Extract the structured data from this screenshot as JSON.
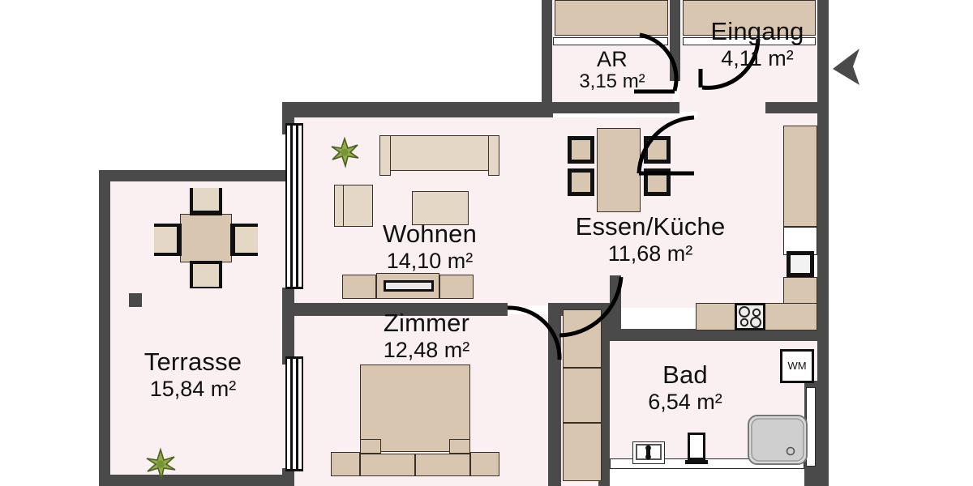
{
  "plan": {
    "type": "floor-plan",
    "unit": "m²",
    "language": "de",
    "background_color": "#ffffff",
    "room_fill_color": "#faf0f2",
    "wall_color": "#4a4a4a",
    "furniture_color": "#d9c6b0",
    "entry_marker": "entrance-arrow-left"
  },
  "rooms": [
    {
      "id": "terrasse",
      "name": "Terrasse",
      "area": "15,84 m²"
    },
    {
      "id": "wohnen",
      "name": "Wohnen",
      "area": "14,10 m²"
    },
    {
      "id": "zimmer",
      "name": "Zimmer",
      "area": "12,48 m²"
    },
    {
      "id": "essen-kueche",
      "name": "Essen/Küche",
      "area": "11,68 m²"
    },
    {
      "id": "bad",
      "name": "Bad",
      "area": "6,54 m²"
    },
    {
      "id": "eingang",
      "name": "Eingang",
      "area": "4,11 m²"
    },
    {
      "id": "ar",
      "name": "AR",
      "area": "3,15 m²"
    }
  ],
  "appliances": {
    "washing_machine_label": "WM"
  },
  "fixtures": [
    {
      "id": "dining-table",
      "room": "essen-kueche"
    },
    {
      "id": "dining-chair",
      "room": "essen-kueche",
      "count": 4
    },
    {
      "id": "kitchen-counter",
      "room": "essen-kueche"
    },
    {
      "id": "stove-4-burner",
      "room": "essen-kueche"
    },
    {
      "id": "refrigerator",
      "room": "essen-kueche"
    },
    {
      "id": "sofa",
      "room": "wohnen"
    },
    {
      "id": "armchair",
      "room": "wohnen"
    },
    {
      "id": "coffee-table",
      "room": "wohnen"
    },
    {
      "id": "tv-unit",
      "room": "wohnen"
    },
    {
      "id": "potted-plant",
      "room": "wohnen"
    },
    {
      "id": "bed-double",
      "room": "zimmer"
    },
    {
      "id": "nightstand",
      "room": "zimmer",
      "count": 2
    },
    {
      "id": "wardrobe",
      "room": "zimmer"
    },
    {
      "id": "bathroom-sink",
      "room": "bad"
    },
    {
      "id": "toilet",
      "room": "bad"
    },
    {
      "id": "shower-tray",
      "room": "bad"
    },
    {
      "id": "washing-machine",
      "room": "bad"
    },
    {
      "id": "patio-table",
      "room": "terrasse"
    },
    {
      "id": "patio-chair",
      "room": "terrasse",
      "count": 4
    },
    {
      "id": "potted-plant",
      "room": "terrasse"
    },
    {
      "id": "wardrobe-closet",
      "room": "ar"
    },
    {
      "id": "wardrobe-closet",
      "room": "eingang"
    },
    {
      "id": "sliding-door",
      "room": "wohnen",
      "count": 1
    },
    {
      "id": "sliding-door",
      "room": "zimmer",
      "count": 1
    }
  ]
}
